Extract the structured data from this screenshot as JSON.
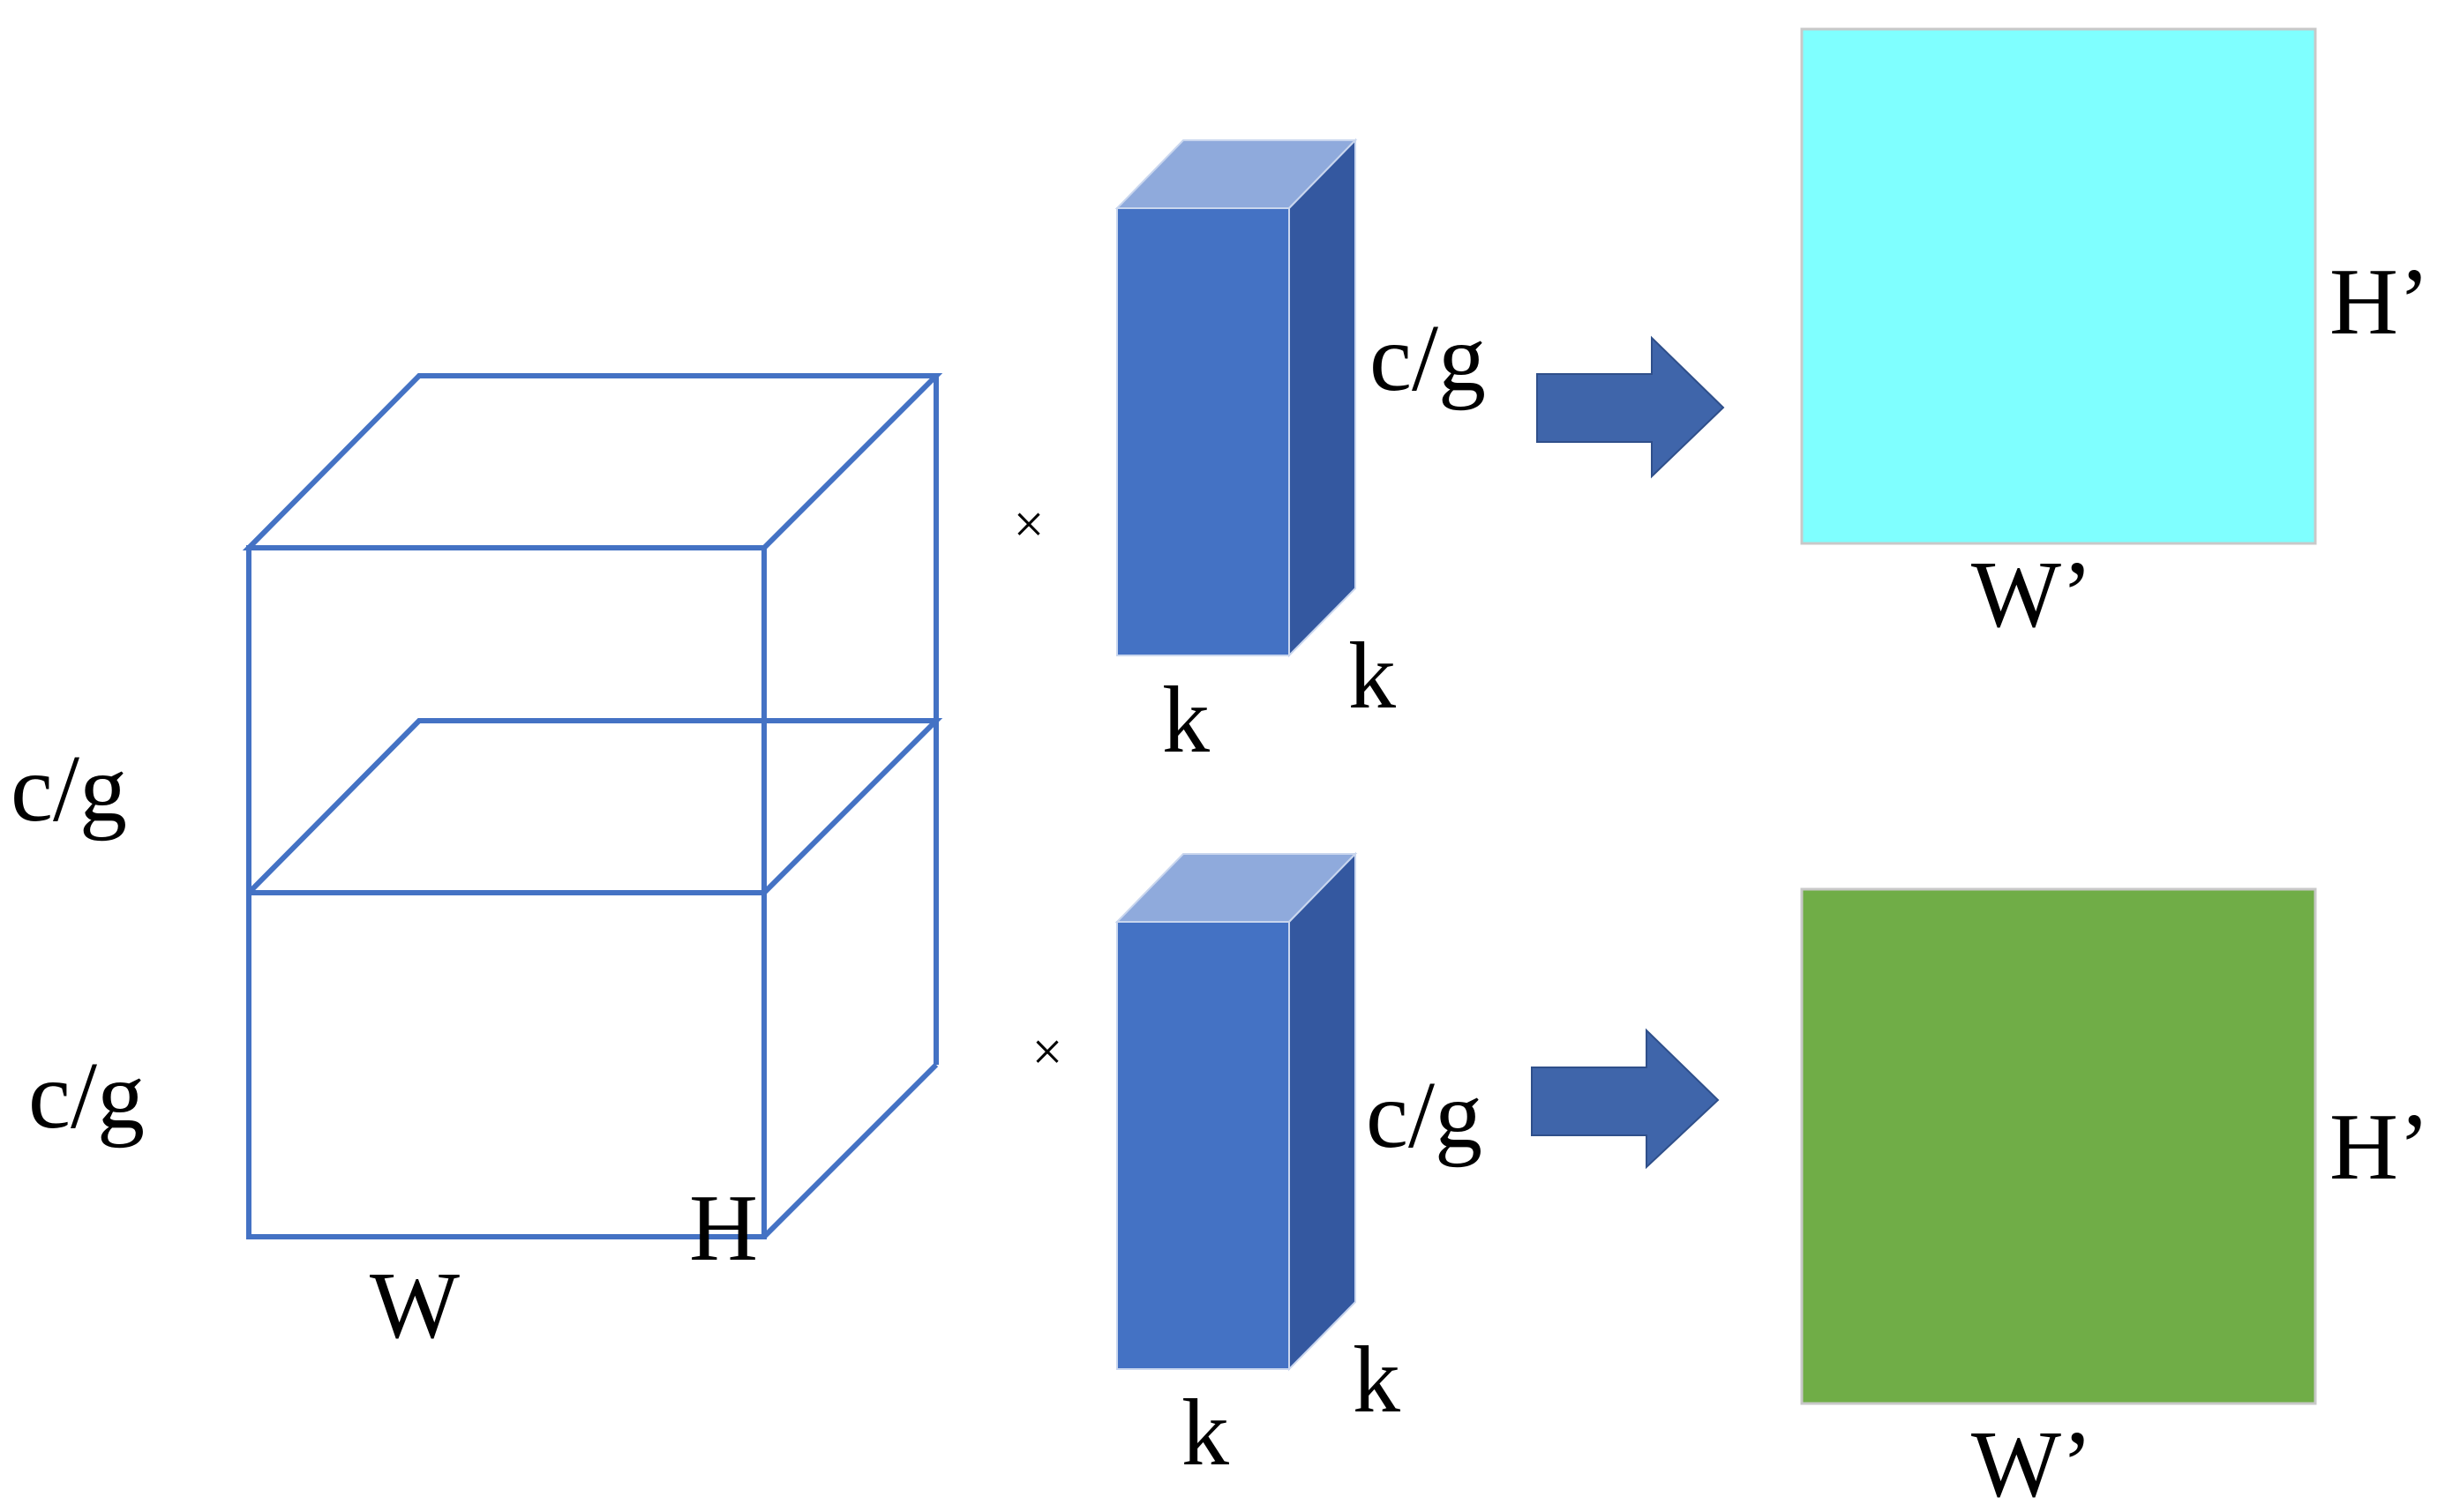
{
  "colors": {
    "wireframe": "#4472c4",
    "kernel_front": "#4472c4",
    "kernel_top": "#8faadc",
    "kernel_side": "#3458a0",
    "arrow": "#3f65aa",
    "output_top": "#7fffff",
    "output_bottom": "#70ad47"
  },
  "input_block": {
    "upper_channels_label": "c/g",
    "lower_channels_label": "c/g",
    "width_label": "W",
    "height_label": "H"
  },
  "kernel_top": {
    "operator": "×",
    "depth_label": "c/g",
    "width_label": "k",
    "height_label": "k"
  },
  "kernel_bottom": {
    "operator": "×",
    "depth_label": "c/g",
    "width_label": "k",
    "height_label": "k"
  },
  "output_top": {
    "width_label": "W’",
    "height_label": "H’"
  },
  "output_bottom": {
    "width_label": "W’",
    "height_label": "H’"
  }
}
